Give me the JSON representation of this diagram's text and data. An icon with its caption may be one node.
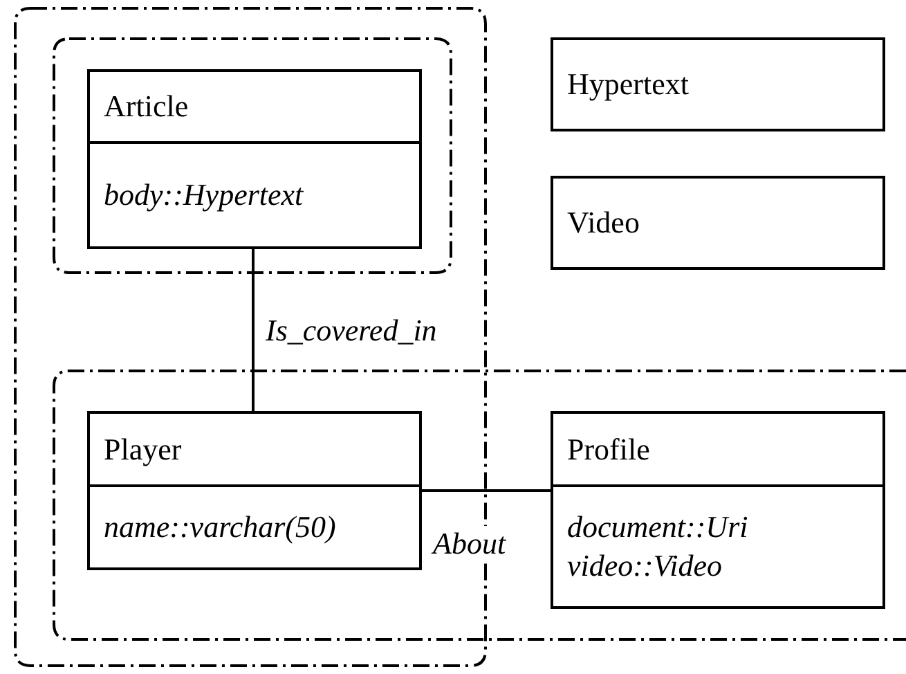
{
  "diagram": {
    "nodes": [
      {
        "text": [],
        "shape": "box"
      },
      {
        "text": [],
        "shape": "box",
        "in": 0
      },
      {
        "text": [
          "Article",
          "body::Hypertext"
        ],
        "in": 1
      },
      {
        "text": [
          "Hypertext"
        ]
      },
      {
        "text": [
          "Video"
        ]
      },
      {
        "text": [],
        "shape": "box"
      },
      {
        "text": [
          "Player",
          "name::varchar(50)"
        ]
      },
      {
        "text": [
          "Profile",
          "document::Uri",
          "video::Video"
        ],
        "in": 5
      }
    ],
    "edges": [
      {
        "from": 2,
        "to": 6,
        "arrow": "none",
        "label": "Is_covered_in"
      },
      {
        "from": 6,
        "to": 7,
        "arrow": "none",
        "label": "About"
      }
    ]
  }
}
